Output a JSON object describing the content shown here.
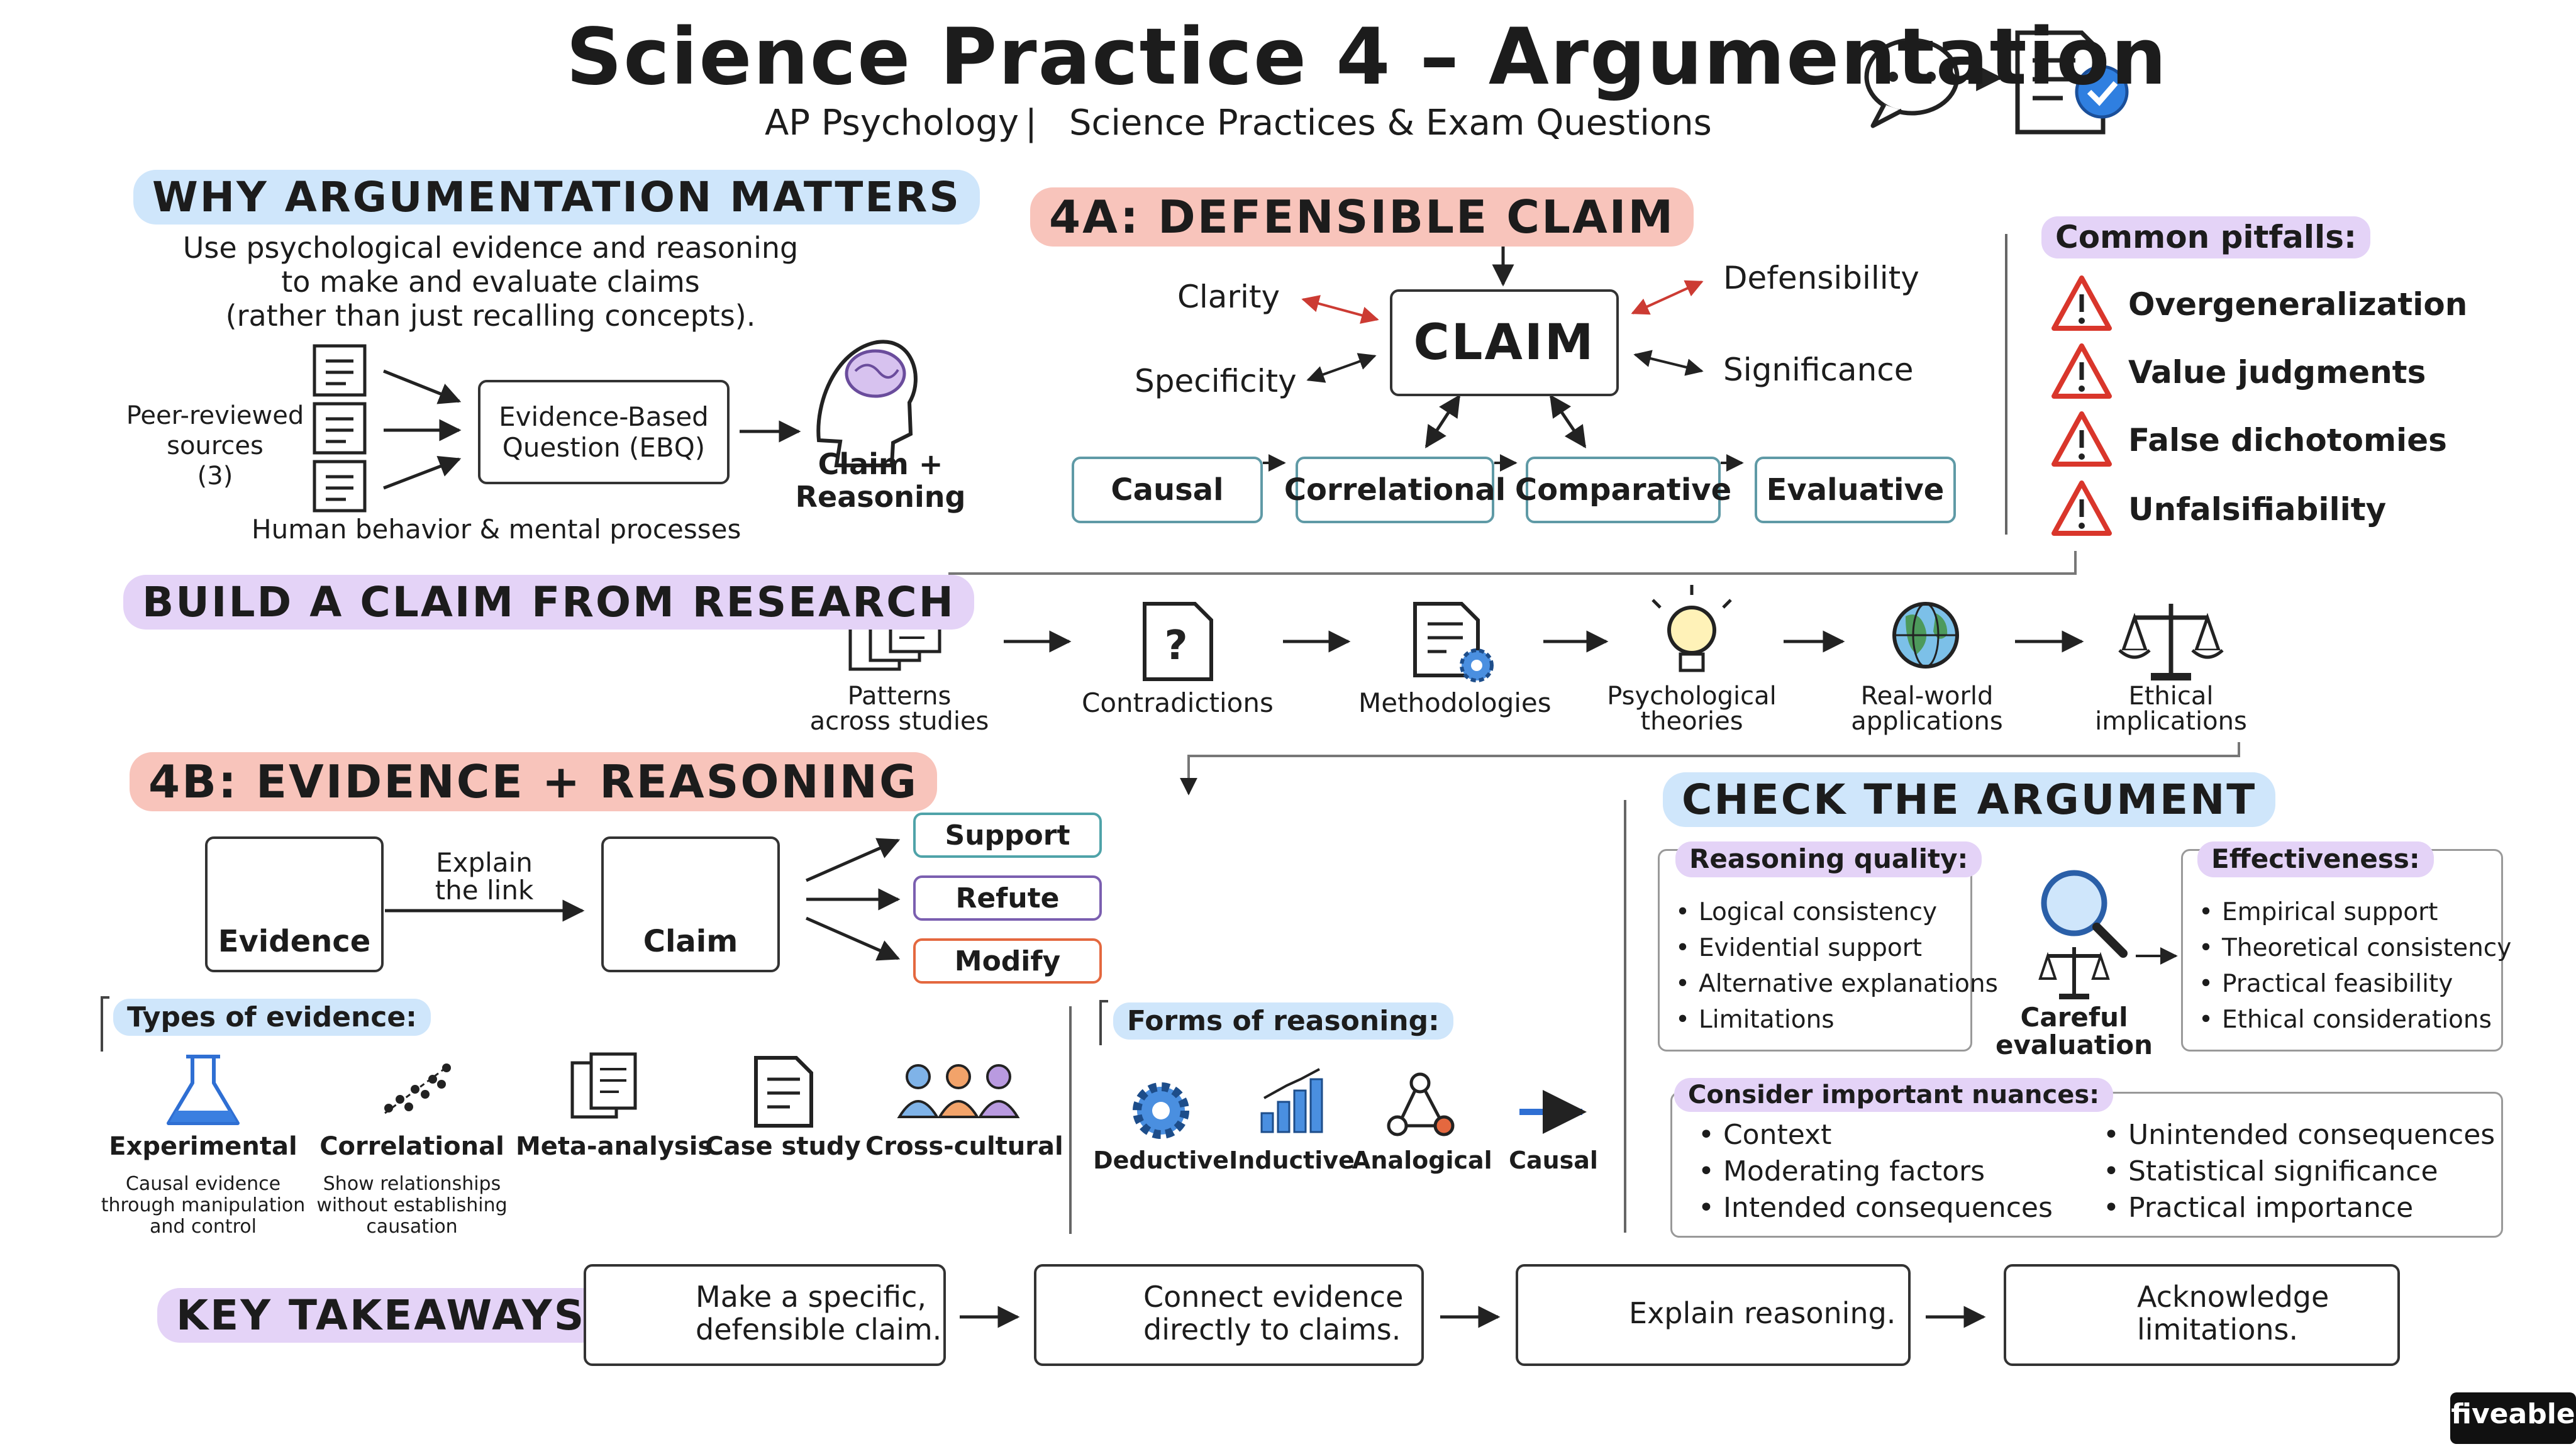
{
  "title": "Science Practice 4 – Argumentation",
  "subtitle": {
    "left": "AP Psychology",
    "separator": "|",
    "right": "Science Practices & Exam Questions"
  },
  "why": {
    "header": "WHY ARGUMENTATION MATTERS",
    "description": [
      "Use psychological evidence and reasoning",
      "to make and evaluate claims",
      "(rather than just recalling concepts)."
    ],
    "sources_label": [
      "Peer-reviewed",
      "sources",
      "(3)"
    ],
    "ebq_box": [
      "Evidence-Based",
      "Question (EBQ)"
    ],
    "result_label": [
      "Claim +",
      "Reasoning"
    ],
    "footnote": "Human behavior & mental processes"
  },
  "claim_4a": {
    "header": "4A: DEFENSIBLE CLAIM",
    "center": "CLAIM",
    "qualities": {
      "clarity": "Clarity",
      "specificity": "Specificity",
      "defensibility": "Defensibility",
      "significance": "Significance"
    },
    "types": [
      "Causal",
      "Correlational",
      "Comparative",
      "Evaluative"
    ]
  },
  "pitfalls": {
    "header": "Common pitfalls:",
    "items": [
      "Overgeneralization",
      "Value judgments",
      "False dichotomies",
      "Unfalsifiability"
    ]
  },
  "build": {
    "header": "BUILD A CLAIM FROM RESEARCH",
    "steps": [
      {
        "label": [
          "Patterns",
          "across studies"
        ],
        "icon": "documents-icon"
      },
      {
        "label": [
          "Contradictions"
        ],
        "icon": "question-document-icon"
      },
      {
        "label": [
          "Methodologies"
        ],
        "icon": "document-gear-icon"
      },
      {
        "label": [
          "Psychological",
          "theories"
        ],
        "icon": "lightbulb-icon"
      },
      {
        "label": [
          "Real-world",
          "applications"
        ],
        "icon": "globe-icon"
      },
      {
        "label": [
          "Ethical",
          "implications"
        ],
        "icon": "scales-icon"
      }
    ]
  },
  "evidence_4b": {
    "header": "4B: EVIDENCE + REASONING",
    "evidence_label": "Evidence",
    "link_label": [
      "Explain",
      "the link"
    ],
    "claim_label": "Claim",
    "outcomes": [
      "Support",
      "Refute",
      "Modify"
    ],
    "types_header": "Types of evidence:",
    "types": [
      {
        "name": "Experimental",
        "desc": [
          "Causal evidence",
          "through manipulation",
          "and control"
        ]
      },
      {
        "name": "Correlational",
        "desc": [
          "Show relationships",
          "without establishing",
          "causation"
        ]
      },
      {
        "name": "Meta-analysis",
        "desc": []
      },
      {
        "name": "Case study",
        "desc": []
      },
      {
        "name": "Cross-cultural",
        "desc": []
      }
    ],
    "reasoning_header": "Forms of reasoning:",
    "reasoning": [
      "Deductive",
      "Inductive",
      "Analogical",
      "Causal"
    ]
  },
  "check": {
    "header": "CHECK THE ARGUMENT",
    "quality_header": "Reasoning quality:",
    "quality_items": [
      "Logical consistency",
      "Evidential support",
      "Alternative explanations",
      "Limitations"
    ],
    "evaluation_label": [
      "Careful",
      "evaluation"
    ],
    "effectiveness_header": "Effectiveness:",
    "effectiveness_items": [
      "Empirical support",
      "Theoretical consistency",
      "Practical feasibility",
      "Ethical considerations"
    ],
    "nuances_header": "Consider important nuances:",
    "nuances_left": [
      "Context",
      "Moderating factors",
      "Intended consequences"
    ],
    "nuances_right": [
      "Unintended consequences",
      "Statistical significance",
      "Practical importance"
    ]
  },
  "takeaways": {
    "header": "KEY TAKEAWAYS",
    "items": [
      {
        "text": [
          "Make a specific,",
          "defensible claim."
        ],
        "icon": "target-icon"
      },
      {
        "text": [
          "Connect evidence",
          "directly to claims."
        ],
        "icon": "document-icon"
      },
      {
        "text": [
          "Explain reasoning."
        ],
        "icon": "lightbulb-icon"
      },
      {
        "text": [
          "Acknowledge",
          "limitations."
        ],
        "icon": "bar-chart-icon"
      }
    ]
  },
  "brand": "fiveable",
  "colors": {
    "blue_header": "#cfe6fb",
    "purple_header": "#e4d3f7",
    "pink_header": "#f8c4bb",
    "teal_border": "#5f9aa6",
    "support": "#4fa3a9",
    "refute": "#7b5fb0",
    "modify": "#e4683f",
    "warning": "#d9362b",
    "icon_blue": "#2f6fd3"
  }
}
